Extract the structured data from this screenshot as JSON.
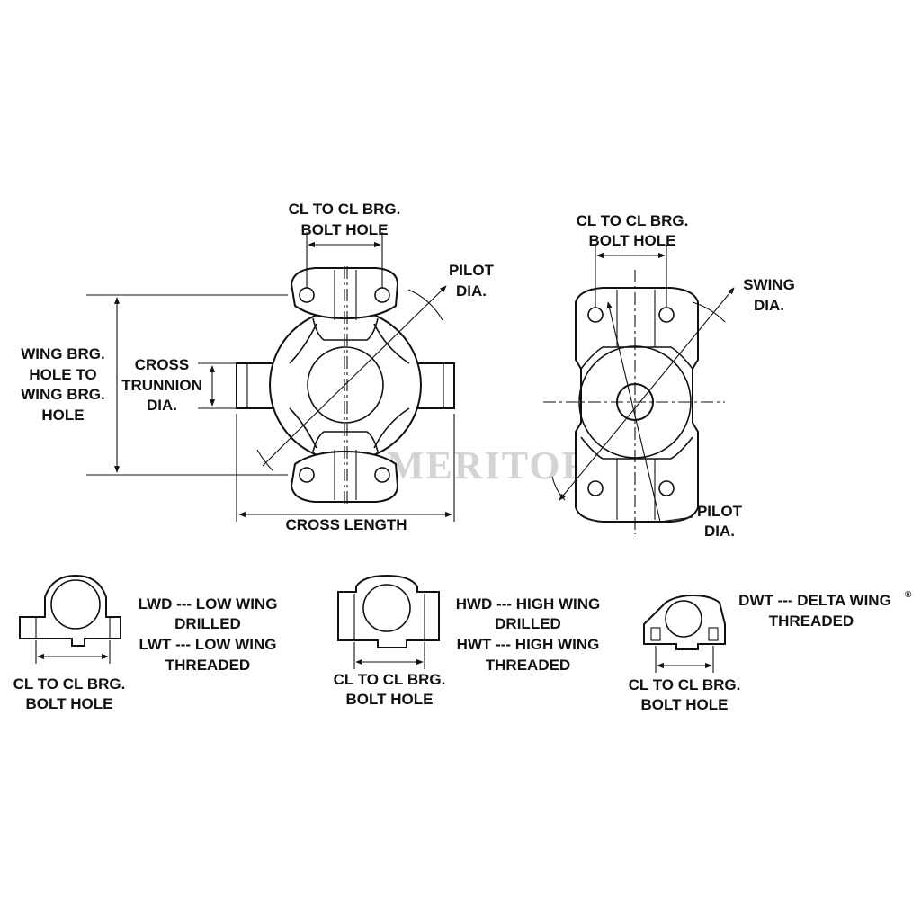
{
  "labels": {
    "cl_bolt_main_1": "CL TO CL BRG.",
    "cl_bolt_main_2": "BOLT HOLE",
    "pilot_main_1": "PILOT",
    "pilot_main_2": "DIA.",
    "wing_1": "WING BRG.",
    "wing_2": "HOLE TO",
    "wing_3": "WING BRG.",
    "wing_4": "HOLE",
    "cross_trunnion_1": "CROSS",
    "cross_trunnion_2": "TRUNNION",
    "cross_trunnion_3": "DIA.",
    "cross_length": "CROSS LENGTH",
    "cl_bolt_right_1": "CL TO CL BRG.",
    "cl_bolt_right_2": "BOLT HOLE",
    "swing_1": "SWING",
    "swing_2": "DIA.",
    "pilot_right_1": "PILOT",
    "pilot_right_2": "DIA."
  },
  "types": {
    "low": {
      "line1": "LWD --- LOW WING",
      "line2": "DRILLED",
      "line3": "LWT --- LOW WING",
      "line4": "THREADED",
      "dim1": "CL TO CL BRG.",
      "dim2": "BOLT HOLE"
    },
    "high": {
      "line1": "HWD --- HIGH WING",
      "line2": "DRILLED",
      "line3": "HWT --- HIGH WING",
      "line4": "THREADED",
      "dim1": "CL TO CL BRG.",
      "dim2": "BOLT HOLE"
    },
    "delta": {
      "line1": "DWT --- DELTA WING",
      "reg": "®",
      "line2": "THREADED",
      "dim1": "CL TO CL BRG.",
      "dim2": "BOLT HOLE"
    }
  },
  "watermark": "MERITOR"
}
